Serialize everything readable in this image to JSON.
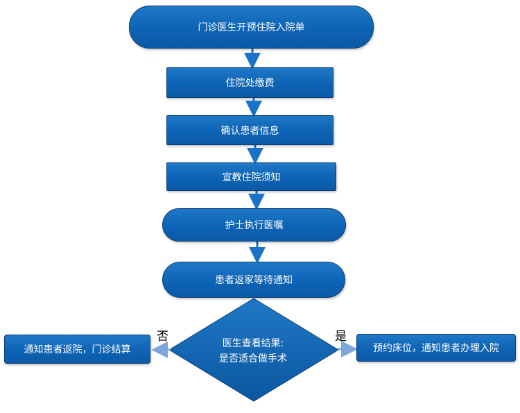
{
  "nodes": {
    "start": "门诊医生开预住院入院单",
    "payment": "住院处缴费",
    "confirm": "确认患者信息",
    "education": "宣教住院须知",
    "nurse": "护士执行医嘱",
    "wait": "患者返家等待通知",
    "decision_line1": "医生查看结果:",
    "decision_line2": "是否适合做手术",
    "no_branch": "通知患者返院，门诊结算",
    "yes_branch": "预约床位，通知患者办理入院"
  },
  "labels": {
    "no": "否",
    "yes": "是"
  },
  "colors": {
    "node_fill": "#0d63b5",
    "arrow": "#1a73c8",
    "side_arrow": "#7fa6d8"
  }
}
